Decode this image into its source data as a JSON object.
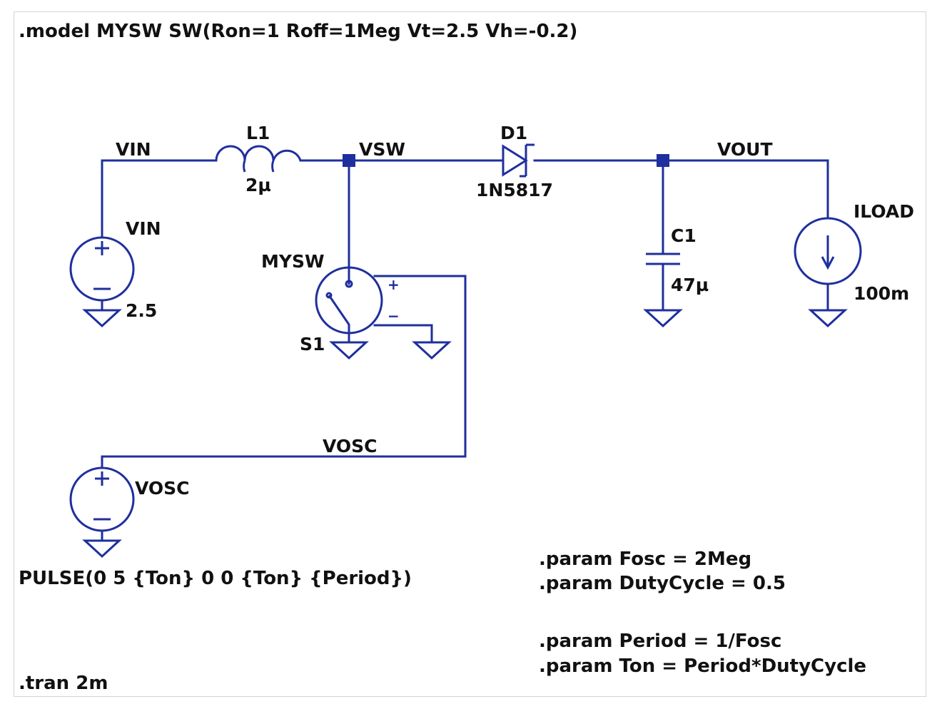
{
  "directives": {
    "model": ".model MYSW SW(Ron=1 Roff=1Meg Vt=2.5 Vh=-0.2)",
    "pulse": "PULSE(0 5 {Ton} 0 0 {Ton} {Period})",
    "param_fosc": ".param Fosc = 2Meg",
    "param_duty": ".param DutyCycle = 0.5",
    "param_period": ".param Period = 1/Fosc",
    "param_ton": ".param Ton = Period*DutyCycle",
    "tran": ".tran 2m"
  },
  "nets": {
    "vin": "VIN",
    "vsw": "VSW",
    "vout": "VOUT",
    "vosc": "VOSC"
  },
  "components": {
    "l1": {
      "name": "L1",
      "value": "2µ"
    },
    "d1": {
      "name": "D1",
      "value": "1N5817"
    },
    "c1": {
      "name": "C1",
      "value": "47µ"
    },
    "iload": {
      "name": "ILOAD",
      "value": "100m"
    },
    "vin": {
      "name": "VIN",
      "value": "2.5"
    },
    "s1": {
      "name": "S1",
      "value": "MYSW"
    },
    "vosc": {
      "name": "VOSC"
    }
  },
  "symbols": {
    "plus": "+",
    "minus": "−"
  },
  "colors": {
    "wire": "#1f2f9e",
    "text": "#111111",
    "frame": "#d4d4d4"
  }
}
